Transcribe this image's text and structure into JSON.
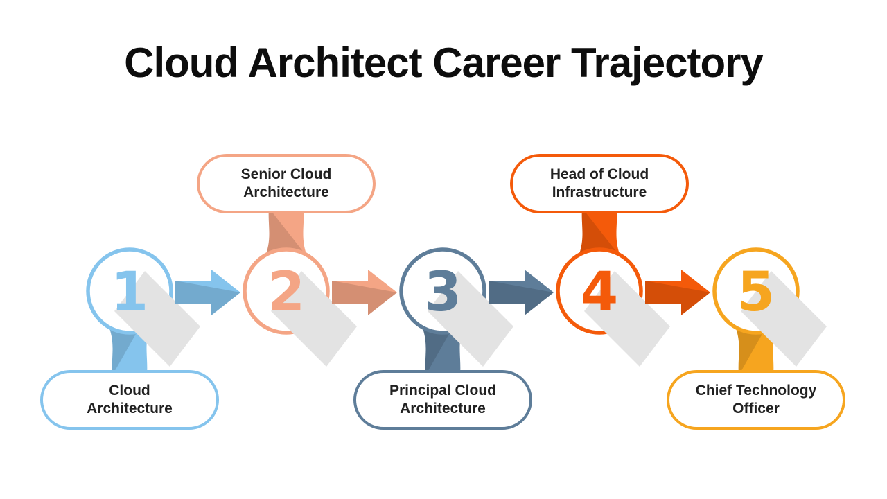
{
  "title": "Cloud Architect Career Trajectory",
  "steps": [
    {
      "number": "1",
      "label": "Cloud Architecture",
      "label_lines": [
        "Cloud",
        "Architecture"
      ],
      "label_position": "below",
      "color": "#85C4ED"
    },
    {
      "number": "2",
      "label": "Senior Cloud Architecture",
      "label_lines": [
        "Senior Cloud",
        "Architecture"
      ],
      "label_position": "above",
      "color": "#F4A585"
    },
    {
      "number": "3",
      "label": "Principal Cloud Architecture",
      "label_lines": [
        "Principal Cloud",
        "Architecture"
      ],
      "label_position": "below",
      "color": "#5E7D99"
    },
    {
      "number": "4",
      "label": "Head of Cloud Infrastructure",
      "label_lines": [
        "Head of Cloud",
        "Infrastructure"
      ],
      "label_position": "above",
      "color": "#F45A0A"
    },
    {
      "number": "5",
      "label": "Chief Technology Officer",
      "label_lines": [
        "Chief Technology",
        "Officer"
      ],
      "label_position": "below",
      "color": "#F6A51F"
    }
  ],
  "colors": {
    "background": "#FFFFFF",
    "title_text": "#0D0D0D",
    "label_text": "#212121",
    "number_shadow": "#E3E3E3"
  }
}
